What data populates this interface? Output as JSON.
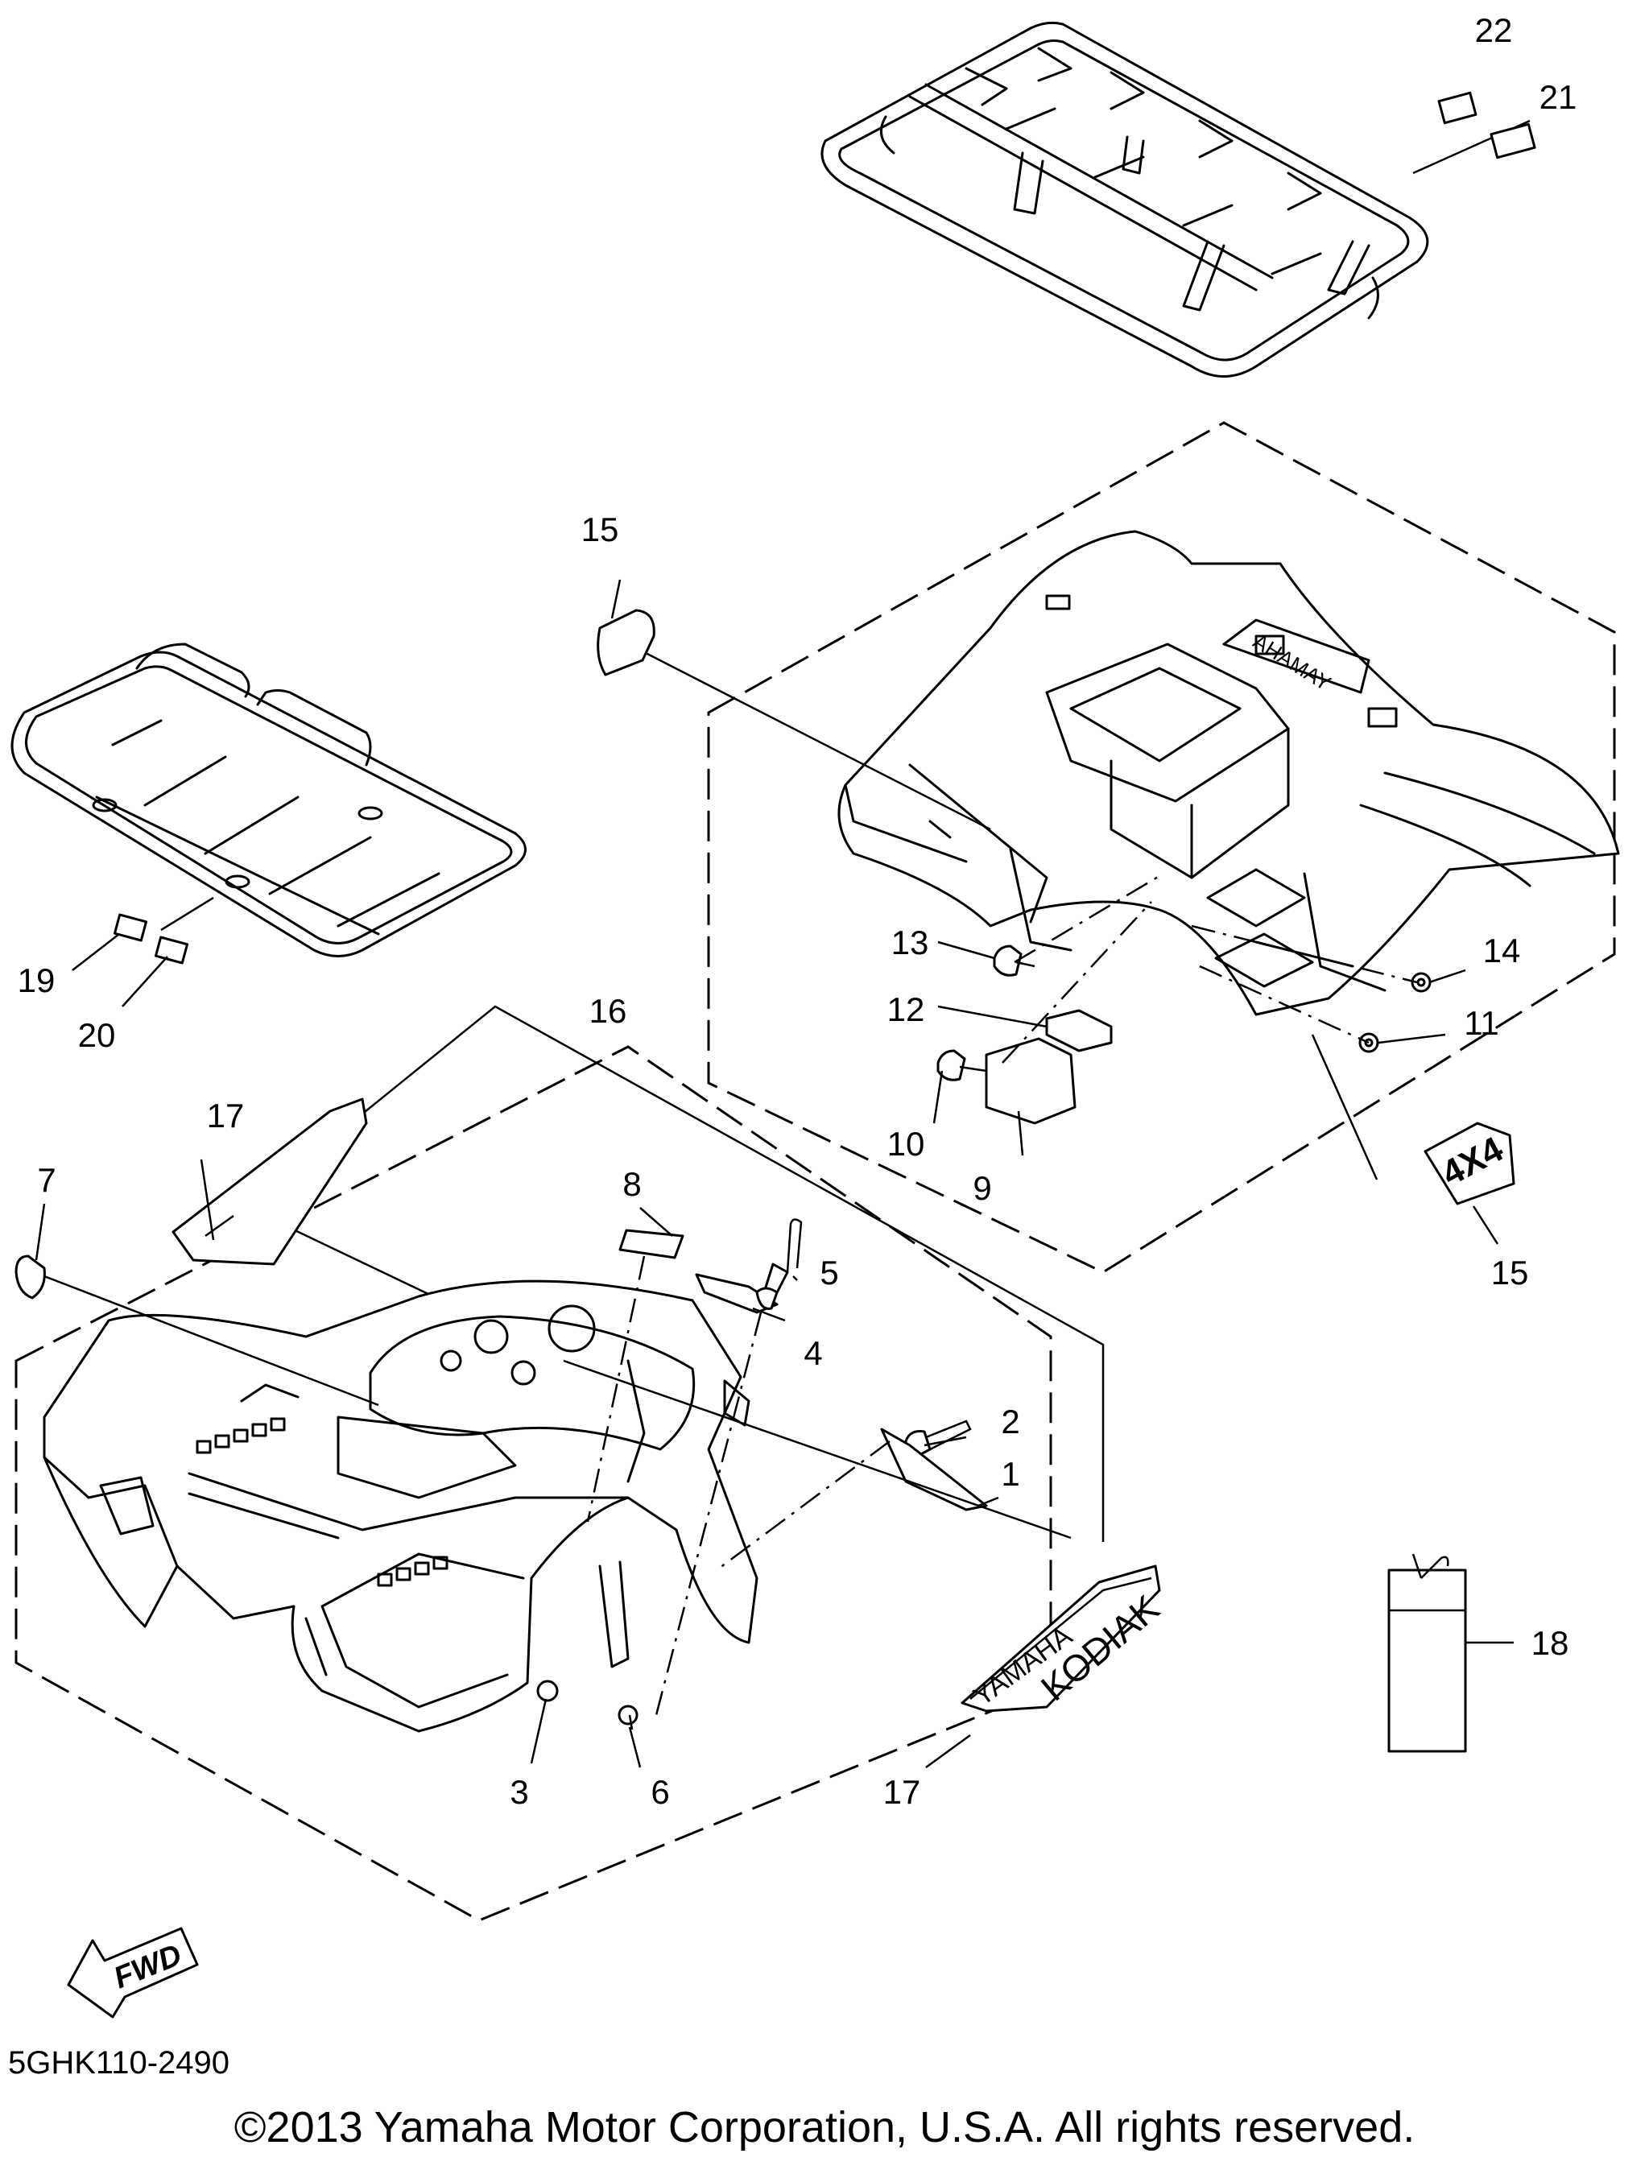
{
  "callouts": [
    "22",
    "21",
    "15",
    "19",
    "20",
    "16",
    "13",
    "14",
    "12",
    "11",
    "10",
    "9",
    "17",
    "7",
    "8",
    "5",
    "4",
    "2",
    "1",
    "15",
    "18",
    "3",
    "6",
    "17"
  ],
  "decals": {
    "rear_fender_text": "YAMAHA",
    "badge_4x4": "4X4",
    "stripe_yamaha": "YAMAHA",
    "stripe_kodiak": "KODIAK"
  },
  "fwd_arrow": "FWD",
  "diagram_code": "5GHK110-2490",
  "copyright": "©2013 Yamaha Motor Corporation, U.S.A. All rights reserved."
}
